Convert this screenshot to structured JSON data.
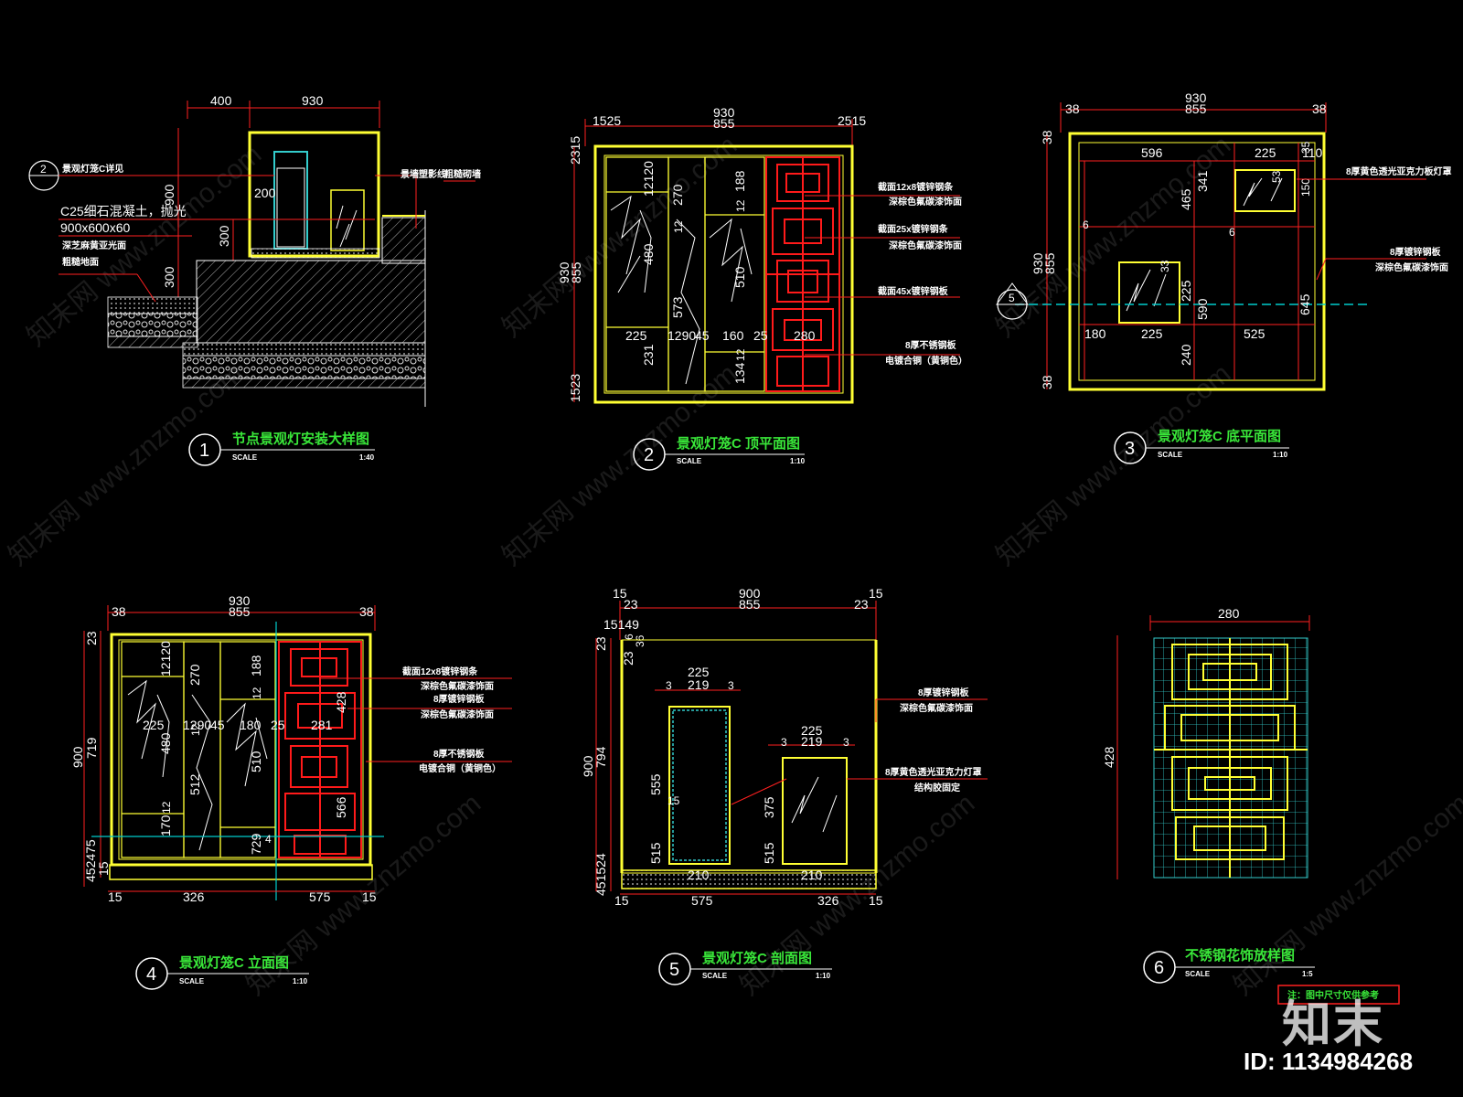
{
  "colors": {
    "background": "#000000",
    "outline": "#ffff33",
    "dimension": "#ff2020",
    "text": "#ffffff",
    "title": "#39e639",
    "hatch": "#cccccc",
    "section_line": "#00cccc",
    "screen_pattern": "#ff1a1a",
    "grid": "#33cccc"
  },
  "drawings": [
    {
      "number": "1",
      "title": "节点景观灯安装大样图",
      "scale_label": "SCALE",
      "scale": "1:40",
      "dims": [
        "400",
        "930",
        "900",
        "300",
        "300",
        "200"
      ],
      "notes": [
        "景观灯笼C详见",
        "C25细石混凝土，抛光",
        "900x600x60",
        "深芝麻黄亚光面",
        "粗糙地面",
        "景墙塑影线",
        "粗糙砌墙"
      ]
    },
    {
      "number": "2",
      "title": "景观灯笼C 顶平面图",
      "scale_label": "SCALE",
      "scale": "1:10",
      "dims": [
        "1525",
        "930",
        "855",
        "2515",
        "2315",
        "930",
        "855",
        "1523",
        "12120",
        "270",
        "188",
        "12",
        "480",
        "12",
        "510",
        "573",
        "225",
        "1290",
        "45",
        "160",
        "25",
        "280",
        "231",
        "134",
        "12"
      ],
      "notes": [
        "截面12x8镀锌钢条",
        "深棕色氟碳漆饰面",
        "截面25x镀锌钢条",
        "深棕色氟碳漆饰面",
        "截面45x镀锌钢板",
        "8厚不锈钢板",
        "电镀合铜（黄铜色）"
      ]
    },
    {
      "number": "3",
      "title": "景观灯笼C 底平面图",
      "scale_label": "SCALE",
      "scale": "1:10",
      "dims": [
        "930",
        "855",
        "38",
        "38",
        "596",
        "225",
        "110",
        "35",
        "150",
        "53",
        "465",
        "341",
        "6",
        "6",
        "930",
        "855",
        "33",
        "225",
        "590",
        "645",
        "180",
        "225",
        "525",
        "240",
        "38",
        "38"
      ],
      "notes": [
        "8厚黄色透光亚克力板灯罩",
        "8厚镀锌钢板",
        "深棕色氟碳漆饰面"
      ],
      "section_mark": "5"
    },
    {
      "number": "4",
      "title": "景观灯笼C 立面图",
      "scale_label": "SCALE",
      "scale": "1:10",
      "dims": [
        "930",
        "855",
        "38",
        "38",
        "23",
        "900",
        "719",
        "12120",
        "270",
        "188",
        "12",
        "428",
        "225",
        "1290",
        "45",
        "180",
        "25",
        "281",
        "480",
        "12",
        "512",
        "510",
        "566",
        "170",
        "12",
        "729",
        "4",
        "452475",
        "15",
        "15",
        "575",
        "326",
        "15"
      ],
      "notes": [
        "截面12x8镀锌钢条",
        "深棕色氟碳漆饰面",
        "8厚镀锌钢板",
        "深棕色氟碳漆饰面",
        "8厚不锈钢板",
        "电镀合铜（黄铜色）"
      ]
    },
    {
      "number": "5",
      "title": "景观灯笼C 剖面图",
      "scale_label": "SCALE",
      "scale": "1:10",
      "dims": [
        "15",
        "900",
        "15",
        "23",
        "855",
        "23",
        "15149",
        "6",
        "36",
        "23",
        "23",
        "225",
        "219",
        "3",
        "3",
        "900",
        "794",
        "555",
        "15",
        "225",
        "219",
        "3",
        "3",
        "375",
        "515",
        "515",
        "451524",
        "210",
        "210",
        "15",
        "575",
        "326",
        "15"
      ],
      "notes": [
        "8厚镀锌钢板",
        "深棕色氟碳漆饰面",
        "8厚黄色透光亚克力灯罩",
        "结构胶固定"
      ]
    },
    {
      "number": "6",
      "title": "不锈钢花饰放样图",
      "scale_label": "SCALE",
      "scale": "1:5",
      "dims": [
        "280",
        "428"
      ],
      "notes": []
    }
  ],
  "watermark": {
    "text": "知末网 www.znzmo.com",
    "logo": "知末",
    "id": "ID: 1134984268",
    "stamp": "注：图中尺寸仅供参考"
  }
}
